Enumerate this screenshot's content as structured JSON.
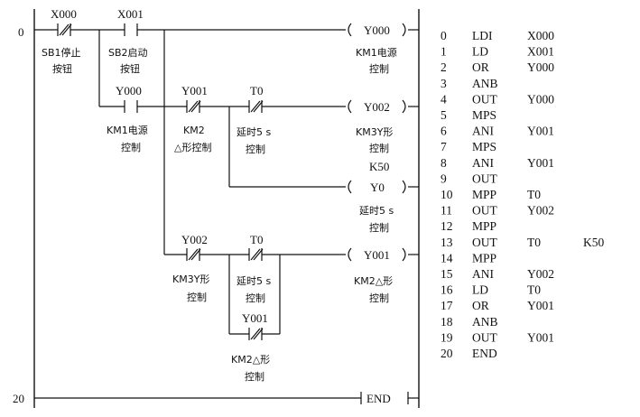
{
  "ladder": {
    "step_numbers": [
      "0",
      "20"
    ],
    "contacts": {
      "x000": {
        "addr": "X000",
        "desc": [
          "SB1停止",
          "按钮"
        ]
      },
      "x001": {
        "addr": "X001",
        "desc": [
          "SB2启动",
          "按钮"
        ]
      },
      "y000_seal": {
        "addr": "Y000",
        "desc": [
          "KM1电源",
          "控制"
        ]
      },
      "y001_nc": {
        "addr": "Y001",
        "desc": [
          "KM2",
          "△形控制"
        ]
      },
      "t0_nc_a": {
        "addr": "T0",
        "desc": [
          "延时5 s",
          "控制"
        ]
      },
      "y002_nc": {
        "addr": "Y002",
        "desc": [
          "KM3Y形",
          "控制"
        ]
      },
      "t0_nc_b": {
        "addr": "T0",
        "desc": [
          "延时5 s",
          "控制"
        ]
      },
      "y001_seal": {
        "addr": "Y001",
        "desc": [
          "KM2△形",
          "控制"
        ]
      }
    },
    "coils": {
      "y000": {
        "addr": "Y000",
        "desc": [
          "KM1电源",
          "控制"
        ]
      },
      "y002": {
        "addr": "Y002",
        "desc": [
          "KM3Y形",
          "控制"
        ]
      },
      "t0": {
        "addr": "Y0",
        "preset": "K50",
        "desc": [
          "延时5 s",
          "控制"
        ]
      },
      "y001": {
        "addr": "Y001",
        "desc": [
          "KM2△形",
          "控制"
        ]
      },
      "end": {
        "addr": "END"
      }
    }
  },
  "instruction_list": [
    {
      "step": "0",
      "op": "LDI",
      "operand": "X000",
      "extra": ""
    },
    {
      "step": "1",
      "op": "LD",
      "operand": "X001",
      "extra": ""
    },
    {
      "step": "2",
      "op": "OR",
      "operand": "Y000",
      "extra": ""
    },
    {
      "step": "3",
      "op": "ANB",
      "operand": "",
      "extra": ""
    },
    {
      "step": "4",
      "op": "OUT",
      "operand": "Y000",
      "extra": ""
    },
    {
      "step": "5",
      "op": "MPS",
      "operand": "",
      "extra": ""
    },
    {
      "step": "6",
      "op": "ANI",
      "operand": "Y001",
      "extra": ""
    },
    {
      "step": "7",
      "op": "MPS",
      "operand": "",
      "extra": ""
    },
    {
      "step": "8",
      "op": "ANI",
      "operand": "Y001",
      "extra": ""
    },
    {
      "step": "9",
      "op": "OUT",
      "operand": "",
      "extra": ""
    },
    {
      "step": "10",
      "op": "MPP",
      "operand": "T0",
      "extra": ""
    },
    {
      "step": "11",
      "op": "OUT",
      "operand": "Y002",
      "extra": ""
    },
    {
      "step": "12",
      "op": "MPP",
      "operand": "",
      "extra": ""
    },
    {
      "step": "13",
      "op": "OUT",
      "operand": "T0",
      "extra": "K50"
    },
    {
      "step": "14",
      "op": "MPP",
      "operand": "",
      "extra": ""
    },
    {
      "step": "15",
      "op": "ANI",
      "operand": "Y002",
      "extra": ""
    },
    {
      "step": "16",
      "op": "LD",
      "operand": "T0",
      "extra": ""
    },
    {
      "step": "17",
      "op": "OR",
      "operand": "Y001",
      "extra": ""
    },
    {
      "step": "18",
      "op": "ANB",
      "operand": "",
      "extra": ""
    },
    {
      "step": "19",
      "op": "OUT",
      "operand": "Y001",
      "extra": ""
    },
    {
      "step": "20",
      "op": "END",
      "operand": "",
      "extra": ""
    }
  ]
}
